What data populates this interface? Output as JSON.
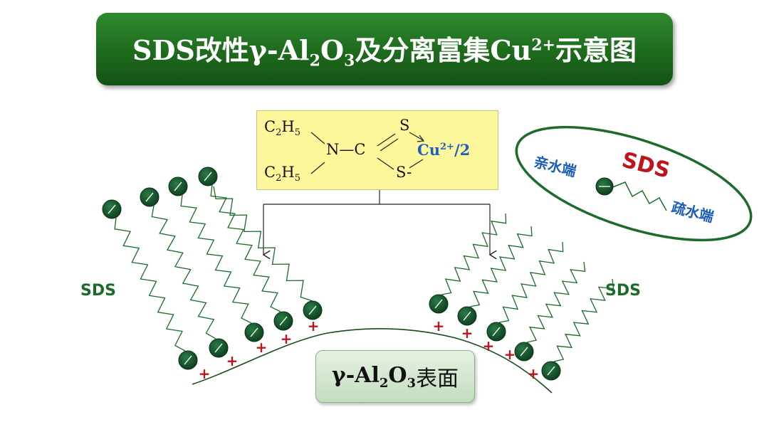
{
  "title": {
    "prefix": "SDS改性γ-Al",
    "sub1": "2",
    "o": "O",
    "sub2": "3",
    "middle": "及分离富集Cu",
    "sup": "2+",
    "suffix": "示意图"
  },
  "complex": {
    "ethyl_top": "C",
    "ethyl_top_sub": "2",
    "ethyl_top_h": "H",
    "ethyl_top_h_sub": "5",
    "ethyl_bot": "C",
    "ethyl_bot_sub": "2",
    "ethyl_bot_h": "H",
    "ethyl_bot_h_sub": "5",
    "nitrogen_carbon": "N—C",
    "sulfur_top": "S",
    "sulfur_bottom": "S-",
    "copper": "Cu",
    "copper_sup": "2+",
    "copper_suffix": "/2"
  },
  "labels": {
    "sds_left": "SDS",
    "sds_right": "SDS",
    "plus": "+"
  },
  "legend": {
    "sds": "SDS",
    "hydrophilic": "亲水端",
    "hydrophobic": "疏水端"
  },
  "surface": {
    "gamma_al": "γ-Al",
    "sub1": "2",
    "o": "O",
    "sub2": "3",
    "text": "表面"
  },
  "colors": {
    "title_green": "#1d6a1d",
    "head_green": "#0f4a24",
    "chain_green": "#1b6b2a",
    "plus_red": "#c0141c",
    "copper_blue": "#1f5fbf",
    "complex_yellow": "#fdf79b"
  }
}
